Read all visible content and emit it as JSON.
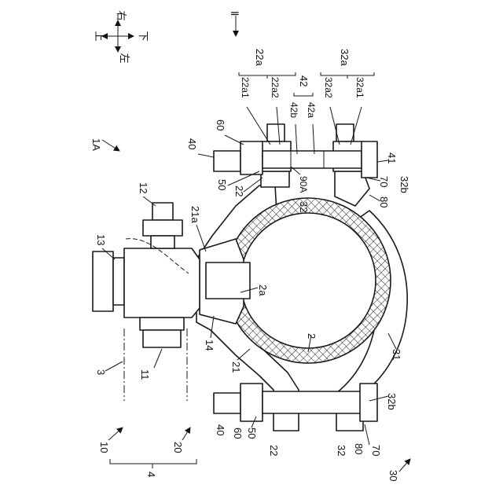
{
  "orientation": {
    "up": "上",
    "down": "下",
    "left": "左",
    "right": "右",
    "view_marker": "Ⅱ"
  },
  "labels": {
    "assembly": "1A",
    "pipe": "2",
    "opening": "2a",
    "branch_axis": "3",
    "unit": "4",
    "clamp": "10",
    "valve_body": "11",
    "handle": "12",
    "cap": "13",
    "saddle_seal": "14",
    "gasket_unit": "20",
    "upper_band": "21",
    "boss": "21a",
    "flange_left": "22",
    "flange_left_group": "22a",
    "flange_left_a1": "22a1",
    "flange_left_a2": "22a2",
    "lower_unit": "30",
    "lower_band": "31",
    "flange_right": "32",
    "flange_right_group": "32a",
    "flange_right_a1": "32a1",
    "flange_right_a2": "32a2",
    "flange_right_b": "32b",
    "bolt": "40",
    "bolt_head": "41",
    "bolt_shaft": "42",
    "bolt_shaft_a": "42a",
    "bolt_shaft_b": "42b",
    "washer": "50",
    "nut": "60",
    "spacer": "70",
    "retainer": "80",
    "insert": "90A"
  }
}
